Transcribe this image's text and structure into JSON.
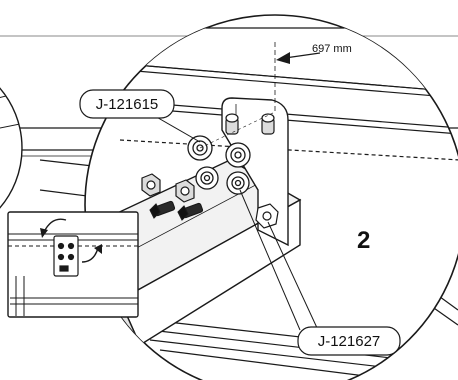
{
  "callouts": {
    "top_part": "J-121615",
    "bottom_part": "J-121627"
  },
  "dimension": {
    "label": "697 mm"
  },
  "step": {
    "number": "2"
  },
  "colors": {
    "line": "#1a1a1a",
    "fill": "#ffffff",
    "shade": "#dcdcdc",
    "panel": "#f2f2f2"
  },
  "icons": {
    "inset_rotation": "curved-arrow-icon",
    "dimension_arrow": "arrow-left-icon"
  }
}
